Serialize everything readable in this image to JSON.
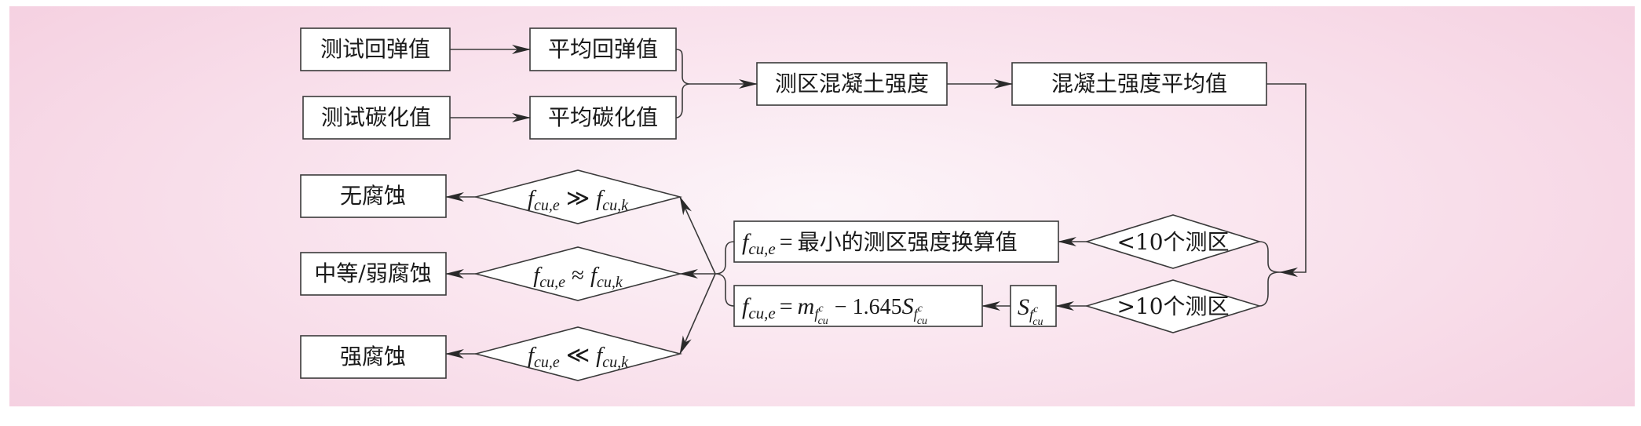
{
  "nodes": {
    "test_rebound": "测试回弹值",
    "avg_rebound": "平均回弹值",
    "test_carbonation": "测试碳化值",
    "avg_carbonation": "平均碳化值",
    "zone_strength": "测区混凝土强度",
    "avg_strength": "混凝土强度平均值",
    "lt10": "<10个测区",
    "gt10": ">10个测区",
    "min_value_text": "最小的测区强度换算值",
    "no_corrosion": "无腐蚀",
    "medium_corrosion": "中等/弱腐蚀",
    "strong_corrosion": "强腐蚀"
  },
  "math": {
    "f": "f",
    "cu_e": "cu,e",
    "cu_k": "cu,k",
    "cu": "cu",
    "eq": "=",
    "much_greater": "≫",
    "approx": "≈",
    "much_less": "≪",
    "m": "m",
    "f_c": "f",
    "c_sup": "c",
    "minus_coef": "− 1.645",
    "S": "S"
  }
}
